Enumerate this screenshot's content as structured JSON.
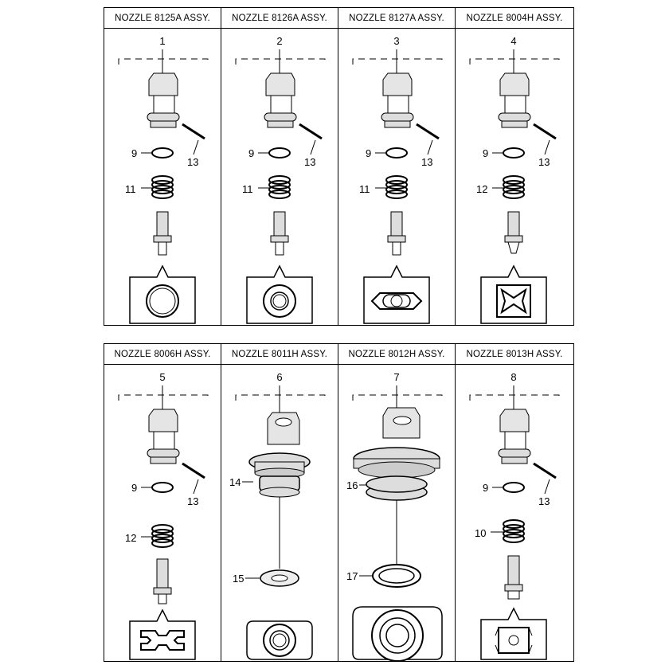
{
  "top_row": [
    {
      "title": "NOZZLE 8125A ASSY.",
      "index": "1",
      "ring": "9",
      "spring": "11",
      "pin": "13",
      "tip": "ring"
    },
    {
      "title": "NOZZLE 8126A ASSY.",
      "index": "2",
      "ring": "9",
      "spring": "11",
      "pin": "13",
      "tip": "double-ring"
    },
    {
      "title": "NOZZLE 8127A ASSY.",
      "index": "3",
      "ring": "9",
      "spring": "11",
      "pin": "13",
      "tip": "slot"
    },
    {
      "title": "NOZZLE 8004H ASSY.",
      "index": "4",
      "ring": "9",
      "spring": "12",
      "pin": "13",
      "tip": "cross"
    }
  ],
  "bottom_row": [
    {
      "title": "NOZZLE 8006H ASSY.",
      "index": "5",
      "ring": "9",
      "spring": "12",
      "pin": "13",
      "tip": "h-shape"
    },
    {
      "title": "NOZZLE 8011H ASSY.",
      "index": "6",
      "body": "14",
      "pad": "15",
      "tip": "pad-small"
    },
    {
      "title": "NOZZLE 8012H ASSY.",
      "index": "7",
      "body": "16",
      "pad": "17",
      "tip": "pad-large"
    },
    {
      "title": "NOZZLE 8013H ASSY.",
      "index": "8",
      "ring": "9",
      "spring": "10",
      "pin": "13",
      "tip": "flat"
    }
  ]
}
